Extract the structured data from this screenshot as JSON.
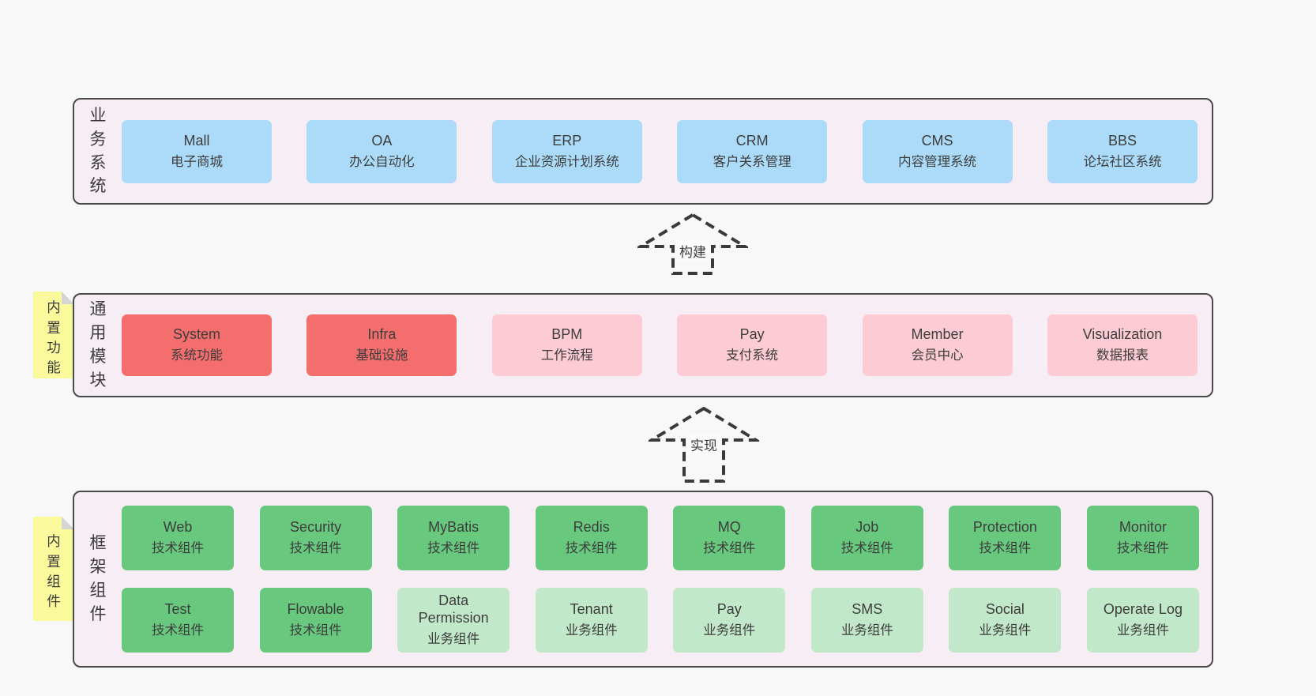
{
  "colors": {
    "page_bg": "#f8f8f8",
    "section_bg": "#f7edf5",
    "section_border": "#4a4a4a",
    "box_blue": "#abdbf8",
    "box_red": "#f56e6e",
    "box_pink": "#fccbd4",
    "box_green": "#68c87d",
    "box_green_light": "#c2e8ca",
    "note_yellow": "#fafa9d",
    "note_fold_gray": "#d4d4d4",
    "arrow_stroke": "#3a3a3a",
    "text": "#3d3d3d"
  },
  "arrows": {
    "build": "构建",
    "implement": "实现"
  },
  "sections": {
    "business": {
      "label": "业务系统",
      "boxes": [
        {
          "title": "Mall",
          "subtitle": "电子商城"
        },
        {
          "title": "OA",
          "subtitle": "办公自动化"
        },
        {
          "title": "ERP",
          "subtitle": "企业资源计划系统"
        },
        {
          "title": "CRM",
          "subtitle": "客户关系管理"
        },
        {
          "title": "CMS",
          "subtitle": "内容管理系统"
        },
        {
          "title": "BBS",
          "subtitle": "论坛社区系统"
        }
      ]
    },
    "modules": {
      "label": "通用模块",
      "note": "内置功能",
      "boxes": [
        {
          "title": "System",
          "subtitle": "系统功能"
        },
        {
          "title": "Infra",
          "subtitle": "基础设施"
        },
        {
          "title": "BPM",
          "subtitle": "工作流程"
        },
        {
          "title": "Pay",
          "subtitle": "支付系统"
        },
        {
          "title": "Member",
          "subtitle": "会员中心"
        },
        {
          "title": "Visualization",
          "subtitle": "数据报表"
        }
      ]
    },
    "components": {
      "label": "框架组件",
      "note": "内置组件",
      "row1": [
        {
          "title": "Web",
          "subtitle": "技术组件"
        },
        {
          "title": "Security",
          "subtitle": "技术组件"
        },
        {
          "title": "MyBatis",
          "subtitle": "技术组件"
        },
        {
          "title": "Redis",
          "subtitle": "技术组件"
        },
        {
          "title": "MQ",
          "subtitle": "技术组件"
        },
        {
          "title": "Job",
          "subtitle": "技术组件"
        },
        {
          "title": "Protection",
          "subtitle": "技术组件"
        },
        {
          "title": "Monitor",
          "subtitle": "技术组件"
        }
      ],
      "row2": [
        {
          "title": "Test",
          "subtitle": "技术组件"
        },
        {
          "title": "Flowable",
          "subtitle": "技术组件"
        },
        {
          "title": "Data Permission",
          "subtitle": "业务组件"
        },
        {
          "title": "Tenant",
          "subtitle": "业务组件"
        },
        {
          "title": "Pay",
          "subtitle": "业务组件"
        },
        {
          "title": "SMS",
          "subtitle": "业务组件"
        },
        {
          "title": "Social",
          "subtitle": "业务组件"
        },
        {
          "title": "Operate Log",
          "subtitle": "业务组件"
        }
      ]
    }
  }
}
